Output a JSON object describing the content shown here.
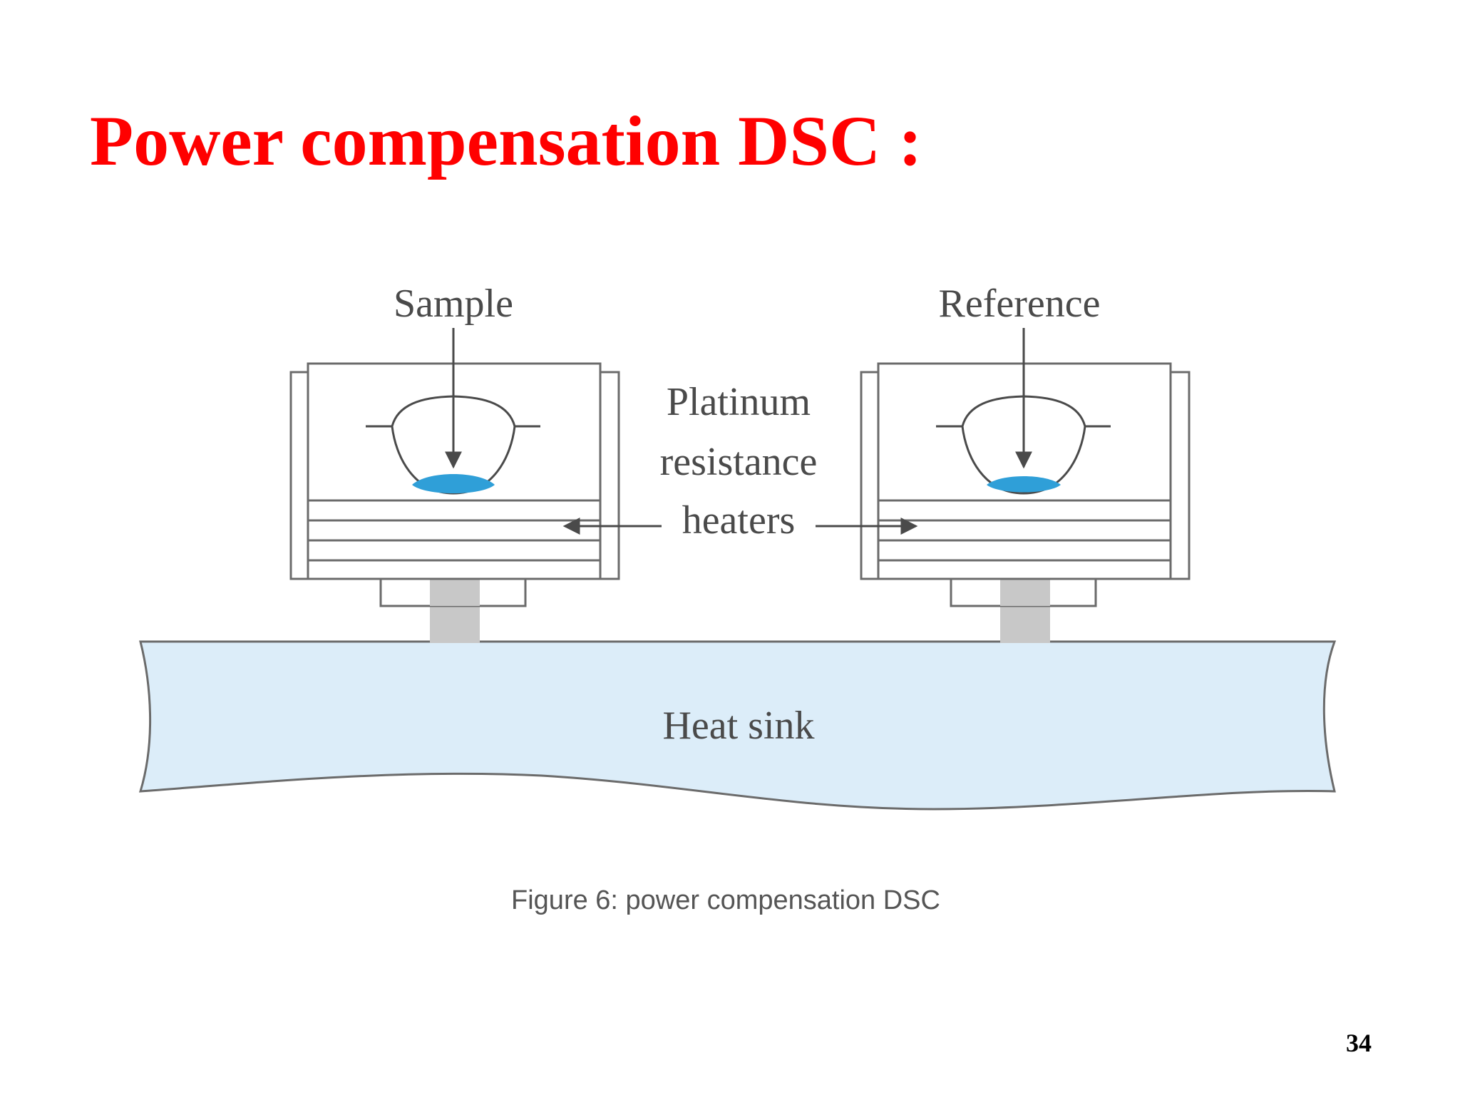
{
  "slide": {
    "title": "Power compensation DSC :",
    "page_number": "34",
    "title_color": "#ff0000"
  },
  "diagram": {
    "labels": {
      "sample": "Sample",
      "reference": "Reference",
      "heater_line1": "Platinum",
      "heater_line2": "resistance",
      "heater_line3": "heaters",
      "heat_sink": "Heat sink"
    },
    "caption": "Figure 6: power compensation DSC",
    "colors": {
      "sample_liquid": "#2f9fd8",
      "heat_sink_fill": "#dcedf9",
      "line": "#6b6b6b"
    }
  }
}
